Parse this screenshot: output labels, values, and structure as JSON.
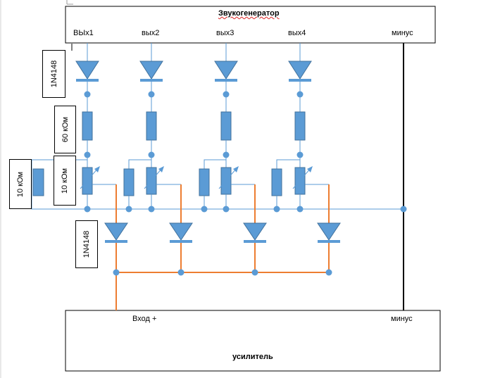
{
  "generator": {
    "title": "Звукогенератор",
    "outputs": [
      "ВЫх1",
      "вых2",
      "вых3",
      "вых4"
    ],
    "minus": "минус"
  },
  "amplifier": {
    "title": "усилитель",
    "input": "Вход +",
    "minus": "минус"
  },
  "labels": {
    "diode_top": "1N4148",
    "resistor_60": "60 кОм",
    "resistor_10_trim": "10 кОм",
    "resistor_10_fixed": "10 кОм",
    "diode_bottom": "1N4148"
  },
  "colors": {
    "component_fill": "#5b9bd5",
    "component_stroke": "#41719c",
    "wire_blue": "#5b9bd5",
    "wire_orange": "#ed7d31",
    "wire_black": "#000000"
  }
}
